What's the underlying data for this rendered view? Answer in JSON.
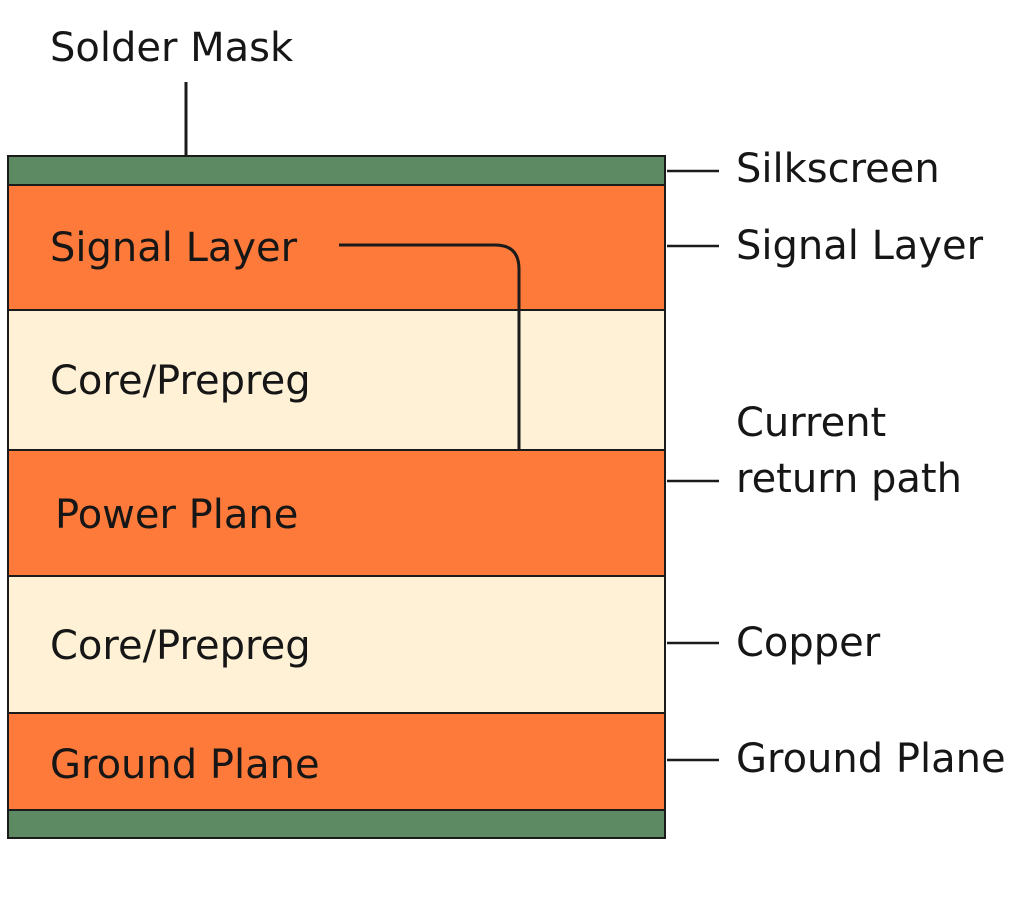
{
  "diagram": {
    "top_callout": "Solder Mask",
    "layers": [
      {
        "id": "mask-top",
        "label": "",
        "kind": "solder-mask",
        "color": "#5e8a63"
      },
      {
        "id": "signal",
        "label": "Signal Layer",
        "kind": "copper",
        "color": "#fd7a3a"
      },
      {
        "id": "core-1",
        "label": "Core/Prepreg",
        "kind": "dielectric",
        "color": "#fef1d6"
      },
      {
        "id": "power",
        "label": "Power Plane",
        "kind": "copper",
        "color": "#fd7a3a"
      },
      {
        "id": "core-2",
        "label": "Core/Prepreg",
        "kind": "dielectric",
        "color": "#fef1d6"
      },
      {
        "id": "ground",
        "label": "Ground Plane",
        "kind": "copper",
        "color": "#fd7a3a"
      },
      {
        "id": "mask-bottom",
        "label": "",
        "kind": "solder-mask",
        "color": "#5e8a63"
      }
    ],
    "side_callouts": [
      {
        "id": "silkscreen",
        "text": "Silkscreen"
      },
      {
        "id": "signal",
        "text": "Signal Layer"
      },
      {
        "id": "return-path",
        "text": "Current\nreturn path"
      },
      {
        "id": "copper",
        "text": "Copper"
      },
      {
        "id": "ground",
        "text": "Ground Plane"
      }
    ],
    "colors": {
      "outline": "#1b1b1b",
      "solder_mask": "#5e8a63",
      "copper": "#fd7a3a",
      "dielectric": "#fef1d6"
    }
  }
}
